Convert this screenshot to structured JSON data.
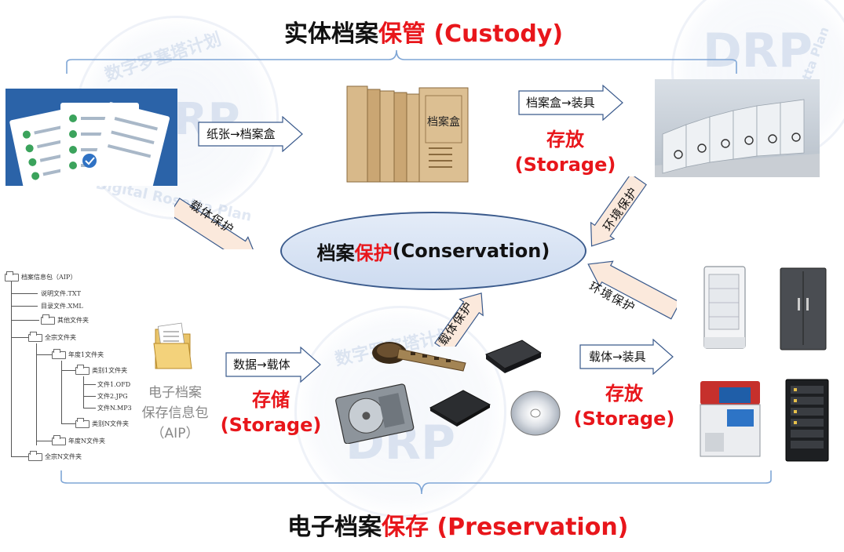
{
  "top_title": {
    "prefix": "实体档案",
    "highlight": "保管",
    "suffix": " (Custody)"
  },
  "bottom_title": {
    "prefix": "电子档案",
    "highlight": "保存",
    "suffix": " (Preservation)"
  },
  "center": {
    "prefix": "档案",
    "highlight": "保护",
    "suffix": "(Conservation)"
  },
  "arrows": {
    "paper_to_box": "纸张→档案盒",
    "box_to_equipment": "档案盒→装具",
    "data_to_carrier": "数据→载体",
    "carrier_to_equipment": "载体→装具",
    "carrier_protect_top": "载体保护",
    "env_protect_top": "环境保护",
    "carrier_protect_bottom": "载体保护",
    "env_protect_bottom": "环境保护"
  },
  "storage_labels": {
    "top": {
      "cn": "存放",
      "en": "(Storage)"
    },
    "bottom_left": {
      "cn": "存储",
      "en": "(Storage)"
    },
    "bottom_right": {
      "cn": "存放",
      "en": "(Storage)"
    }
  },
  "box_label": "档案盒",
  "aip": {
    "line1": "电子档案",
    "line2": "保存信息包",
    "line3": "（AIP）"
  },
  "tree": {
    "root": "档案信息包（AIP）",
    "items": [
      "说明文件.TXT",
      "目录文件.XML",
      "其他文件夹",
      "全宗文件夹",
      "年度1文件夹",
      "类别1文件夹",
      "文件1.OFD",
      "文件2.JPG",
      "文件N.MP3",
      "类别N文件夹",
      "年度N文件夹",
      "全宗N文件夹"
    ]
  },
  "watermark": {
    "logo": "DRP",
    "cn": "数字罗塞塔计划",
    "en": "Digital Rosetta Plan"
  },
  "colors": {
    "accent_red": "#e8161b",
    "bracket_blue": "#7fa6d6",
    "arrow_stroke": "#3a5a8c",
    "arrow_fill": "#fbe9dc"
  }
}
